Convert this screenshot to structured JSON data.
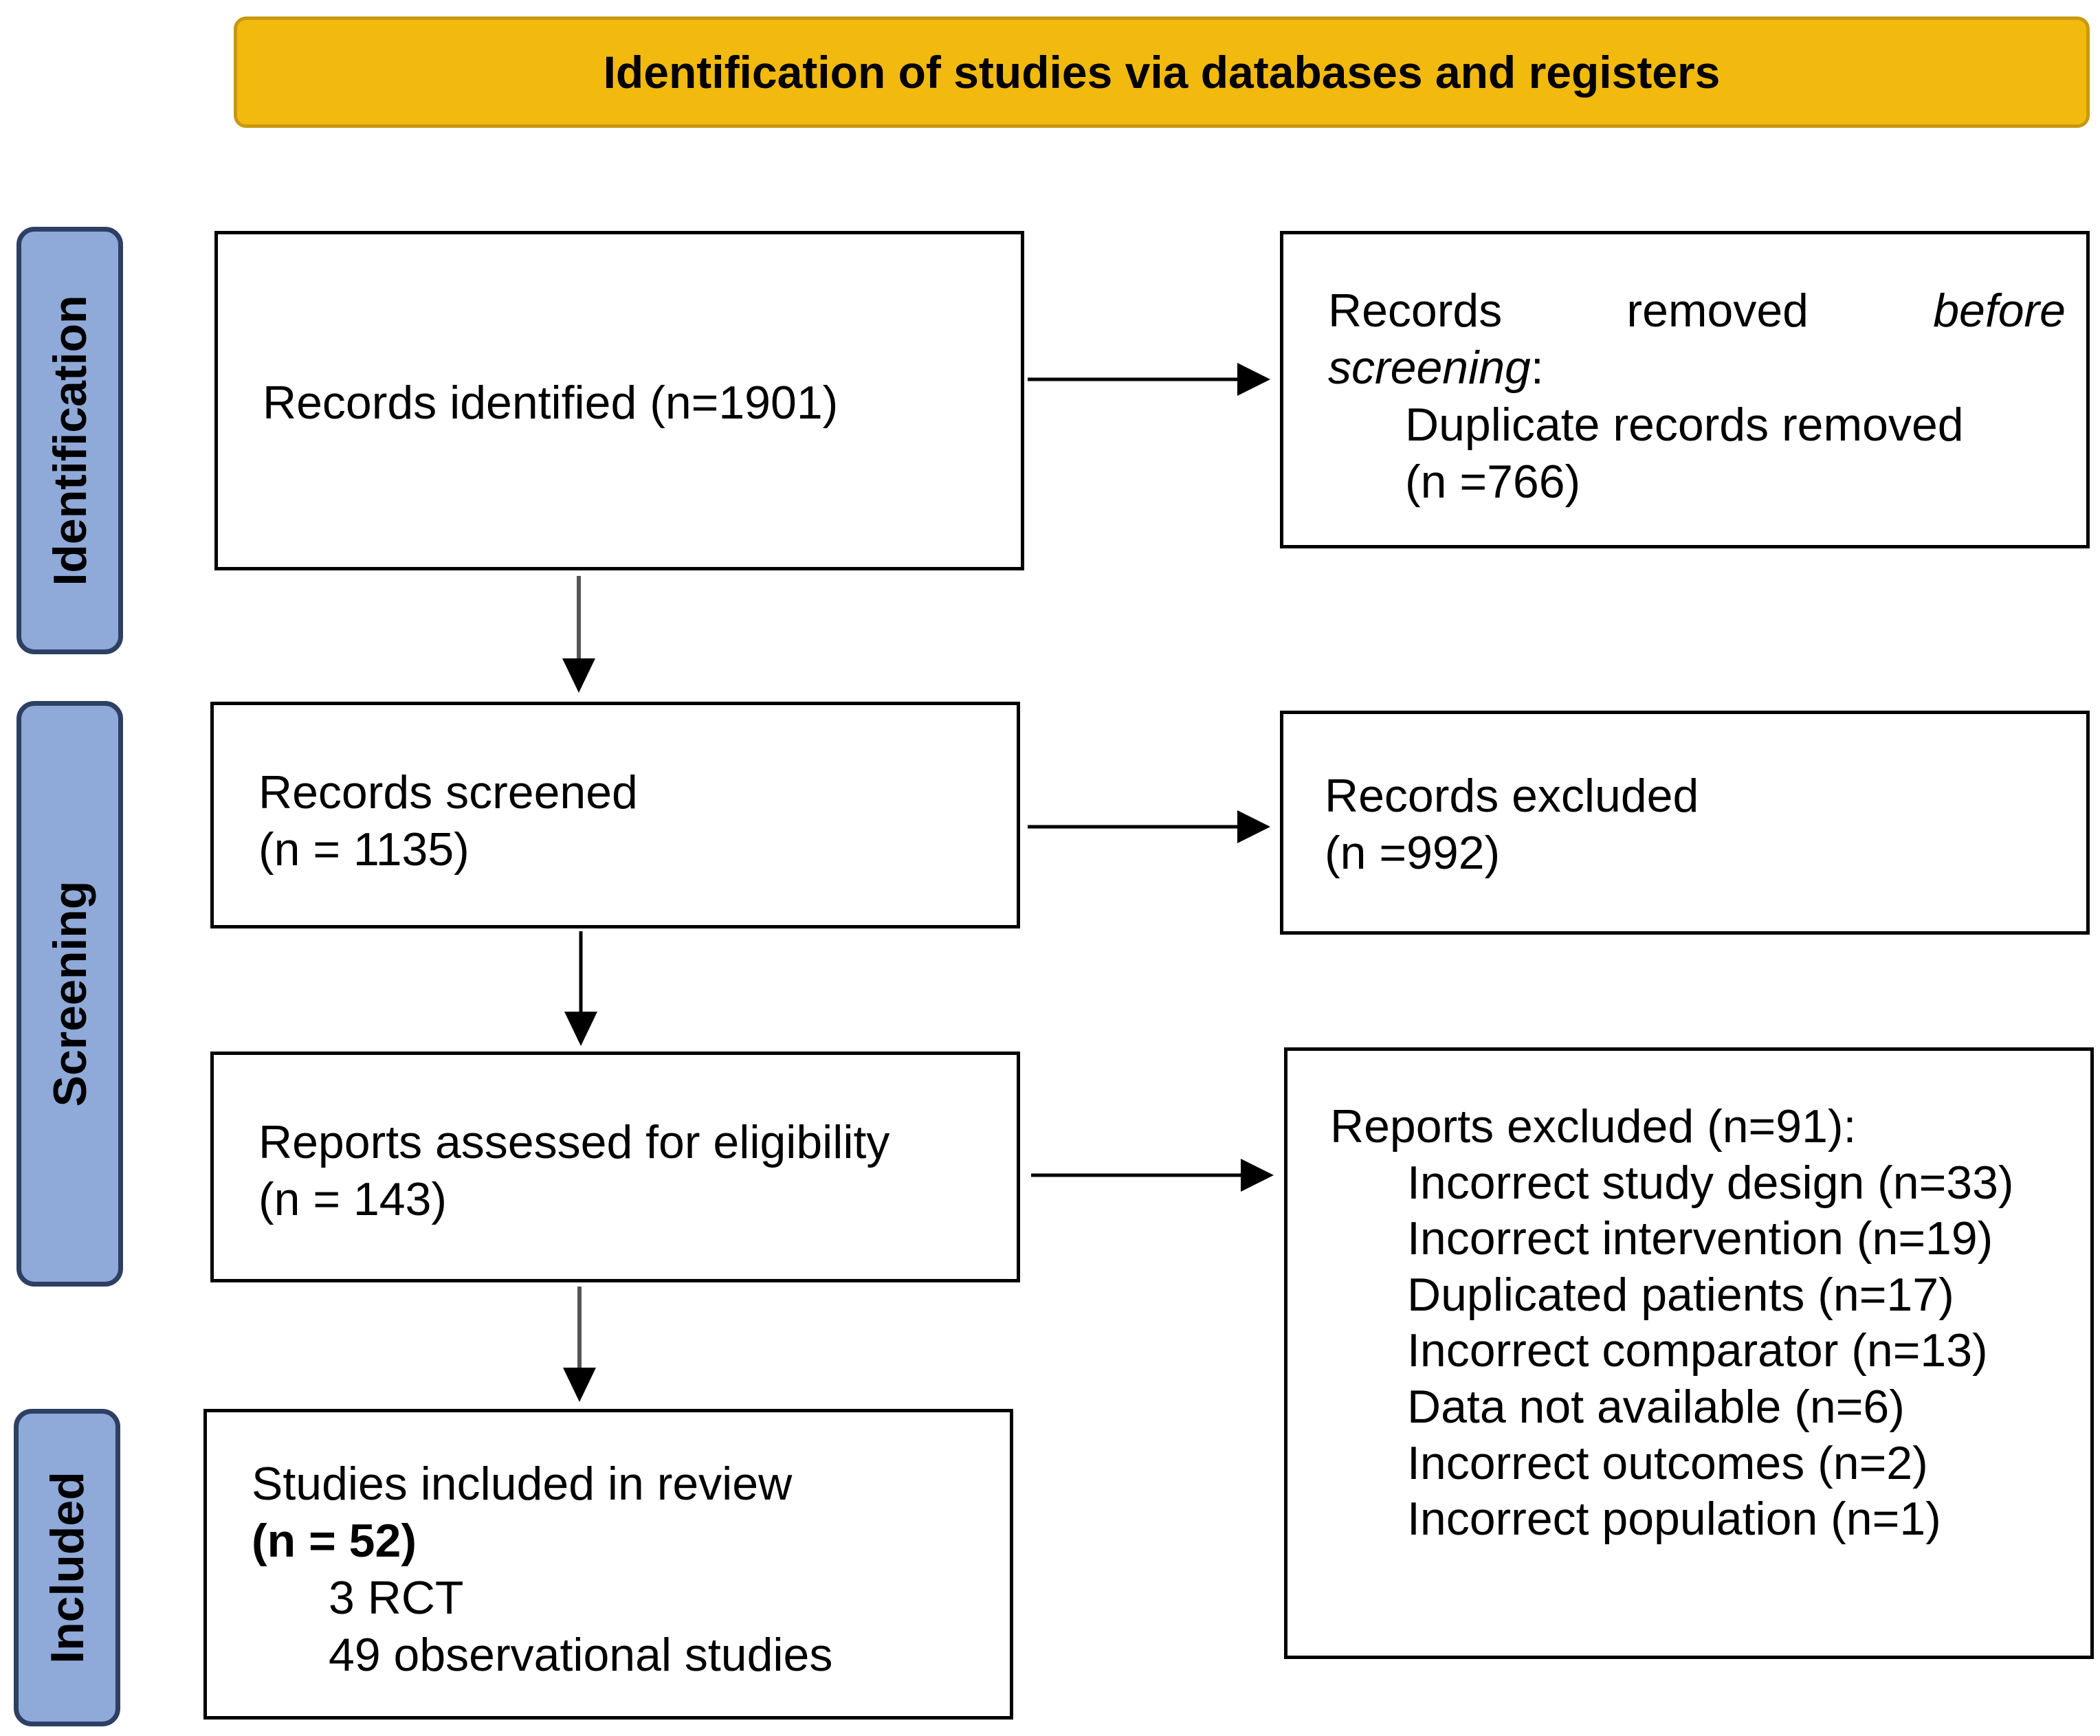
{
  "header": {
    "title": "Identification of studies via databases and registers",
    "color": "#f2b90e"
  },
  "stages": {
    "identification": "Identification",
    "screening": "Screening",
    "included": "Included",
    "color": "#8fa9d8"
  },
  "identified": {
    "text": "Records identified (n=1901)"
  },
  "removed": {
    "word1": "Records",
    "word2": "removed",
    "word3": "before",
    "word4": "screening",
    "colon": ":",
    "item_label": "Duplicate records removed",
    "item_count": "(n =766)"
  },
  "screened": {
    "label": "Records screened",
    "count": "(n = 1135)"
  },
  "excluded": {
    "label": "Records excluded",
    "count": "(n =992)"
  },
  "assessed": {
    "label": "Reports assessed for eligibility",
    "count": "(n = 143)"
  },
  "reports_excluded": {
    "label": "Reports excluded (n=91):",
    "reasons": [
      "Incorrect study design (n=33)",
      "Incorrect intervention (n=19)",
      "Duplicated patients (n=17)",
      "Incorrect comparator (n=13)",
      "Data not available (n=6)",
      "Incorrect outcomes (n=2)",
      "Incorrect population (n=1)"
    ]
  },
  "included": {
    "label": "Studies included in review",
    "count": "(n = 52)",
    "items": [
      "3 RCT",
      "49 observational studies"
    ]
  }
}
